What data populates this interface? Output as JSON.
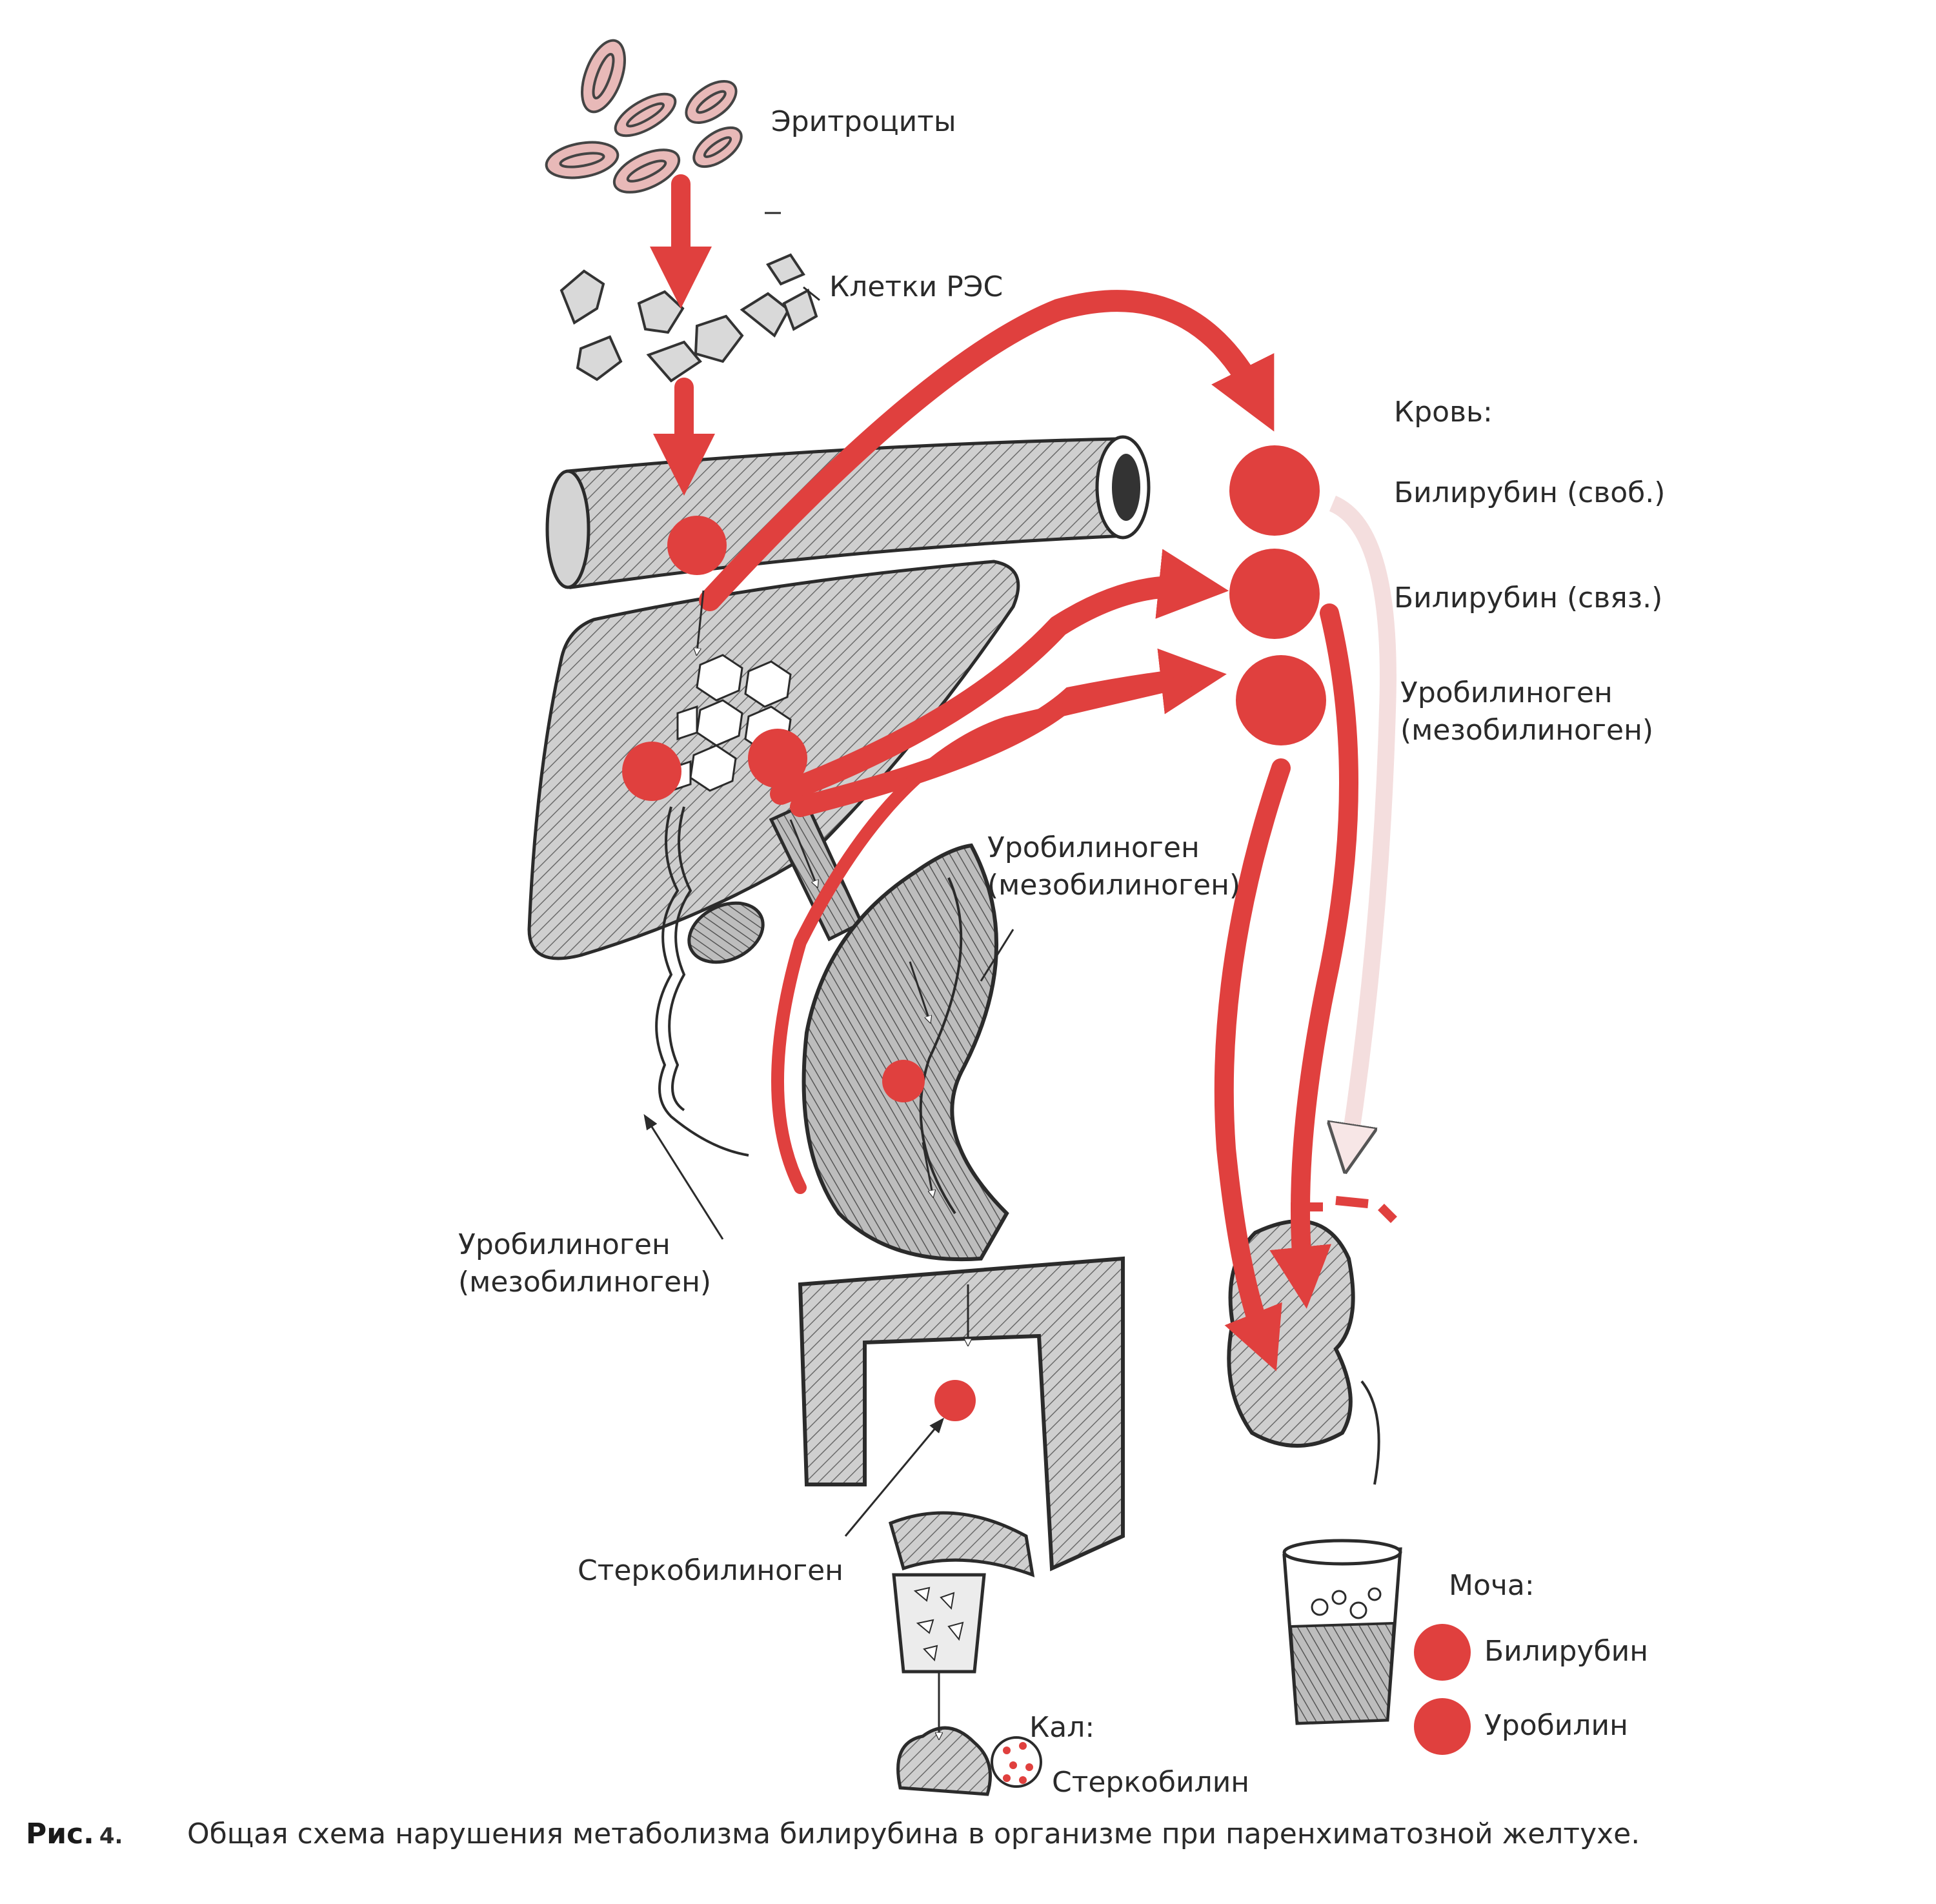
{
  "colors": {
    "accent_red": "#e0403e",
    "organ_fill": "#c9c9c9",
    "outline": "#2b2b2b",
    "cell_pink": "#e8b9b8",
    "pale_arrow": "#f4dede"
  },
  "labels": {
    "erythrocytes": "Эритроциты",
    "res_cells": "Клетки РЭС",
    "blood_heading": "Кровь:",
    "blood_bilirubin_free": "Билирубин (своб.)",
    "blood_bilirubin_bound": "Билирубин (связ.)",
    "blood_urobilinogen": "Уробилиноген",
    "blood_urobilinogen_sub": "(мезобилиноген)",
    "intestine_urobilinogen": "Уробилиноген",
    "intestine_urobilinogen_sub": "(мезобилиноген)",
    "portal_urobilinogen": "Уробилиноген",
    "portal_urobilinogen_sub": "(мезобилиноген)",
    "stercobilinogen": "Стеркобилиноген",
    "urine_heading": "Моча:",
    "urine_bilirubin": "Билирубин",
    "urine_urobilin": "Уробилин",
    "feces_heading": "Кал:",
    "feces_stercobilin": "Стеркобилин"
  },
  "caption": {
    "fig_label": "Рис.",
    "fig_number": "4.",
    "text": "Общая схема нарушения метаболизма билирубина в организме при паренхиматозной желтухе."
  }
}
